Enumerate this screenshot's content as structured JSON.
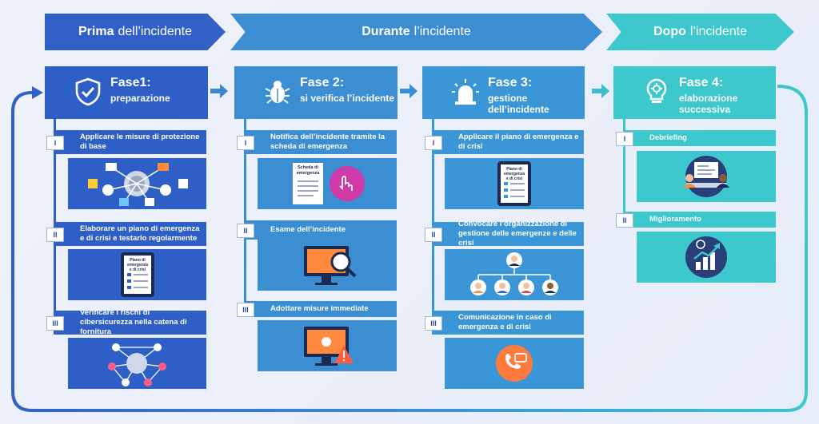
{
  "banners": {
    "prima": {
      "bold": "Prima",
      "rest": "dell’incidente"
    },
    "durante": {
      "bold": "Durante",
      "rest": "l’incidente"
    },
    "dopo": {
      "bold": "Dopo",
      "rest": "l’incidente"
    }
  },
  "phases": [
    {
      "title": "Fase1:",
      "subtitle": "preparazione",
      "icon": "shield-check-icon",
      "color": "#2e5fc6",
      "steps": [
        {
          "num": "I",
          "label": "Applicare le misure di protezione di base",
          "image": "network-devices-illustration"
        },
        {
          "num": "II",
          "label": "Elaborare un piano di emergenza e di crisi e testarlo regolarmente",
          "image": "emergency-plan-tablet-illustration",
          "image_text": "Piano di emergenza e di crisi"
        },
        {
          "num": "III",
          "label": "Verificare i rischi di cibersicurezza nella catena di fornitura",
          "image": "supply-chain-network-illustration"
        }
      ]
    },
    {
      "title": "Fase 2:",
      "subtitle": "si verifica l’incidente",
      "icon": "bug-icon",
      "color": "#3c8ed3",
      "steps": [
        {
          "num": "I",
          "label": "Notifica dell’incidente tramite la scheda di emergenza",
          "image": "emergency-form-touch-illustration",
          "image_text": "Scheda di emergenza"
        },
        {
          "num": "II",
          "label": "Esame dell’incidente",
          "image": "monitor-magnifier-illustration"
        },
        {
          "num": "III",
          "label": "Adottare misure immediate",
          "image": "monitor-warning-illustration"
        }
      ]
    },
    {
      "title": "Fase 3:",
      "subtitle": "gestione dell’incidente",
      "icon": "alarm-light-icon",
      "color": "#3a96d6",
      "steps": [
        {
          "num": "I",
          "label": "Applicare il piano di emergenza e di crisi",
          "image": "emergency-plan-tablet-illustration",
          "image_text": "Piano di emergenza e di crisi"
        },
        {
          "num": "II",
          "label": "Convocare l’organizzazione di gestione delle emergenze e delle crisi",
          "image": "org-chart-illustration"
        },
        {
          "num": "III",
          "label": "Comunicazione in caso di emergenza e di crisi",
          "image": "phone-chat-icon"
        }
      ]
    },
    {
      "title": "Fase 4:",
      "subtitle": "elaborazione successiva",
      "icon": "lightbulb-gear-icon",
      "color": "#3cc8cc",
      "steps": [
        {
          "num": "I",
          "label": "Debriefing",
          "image": "meeting-illustration"
        },
        {
          "num": "II",
          "label": "Miglioramento",
          "image": "growth-chart-icon"
        }
      ]
    }
  ]
}
